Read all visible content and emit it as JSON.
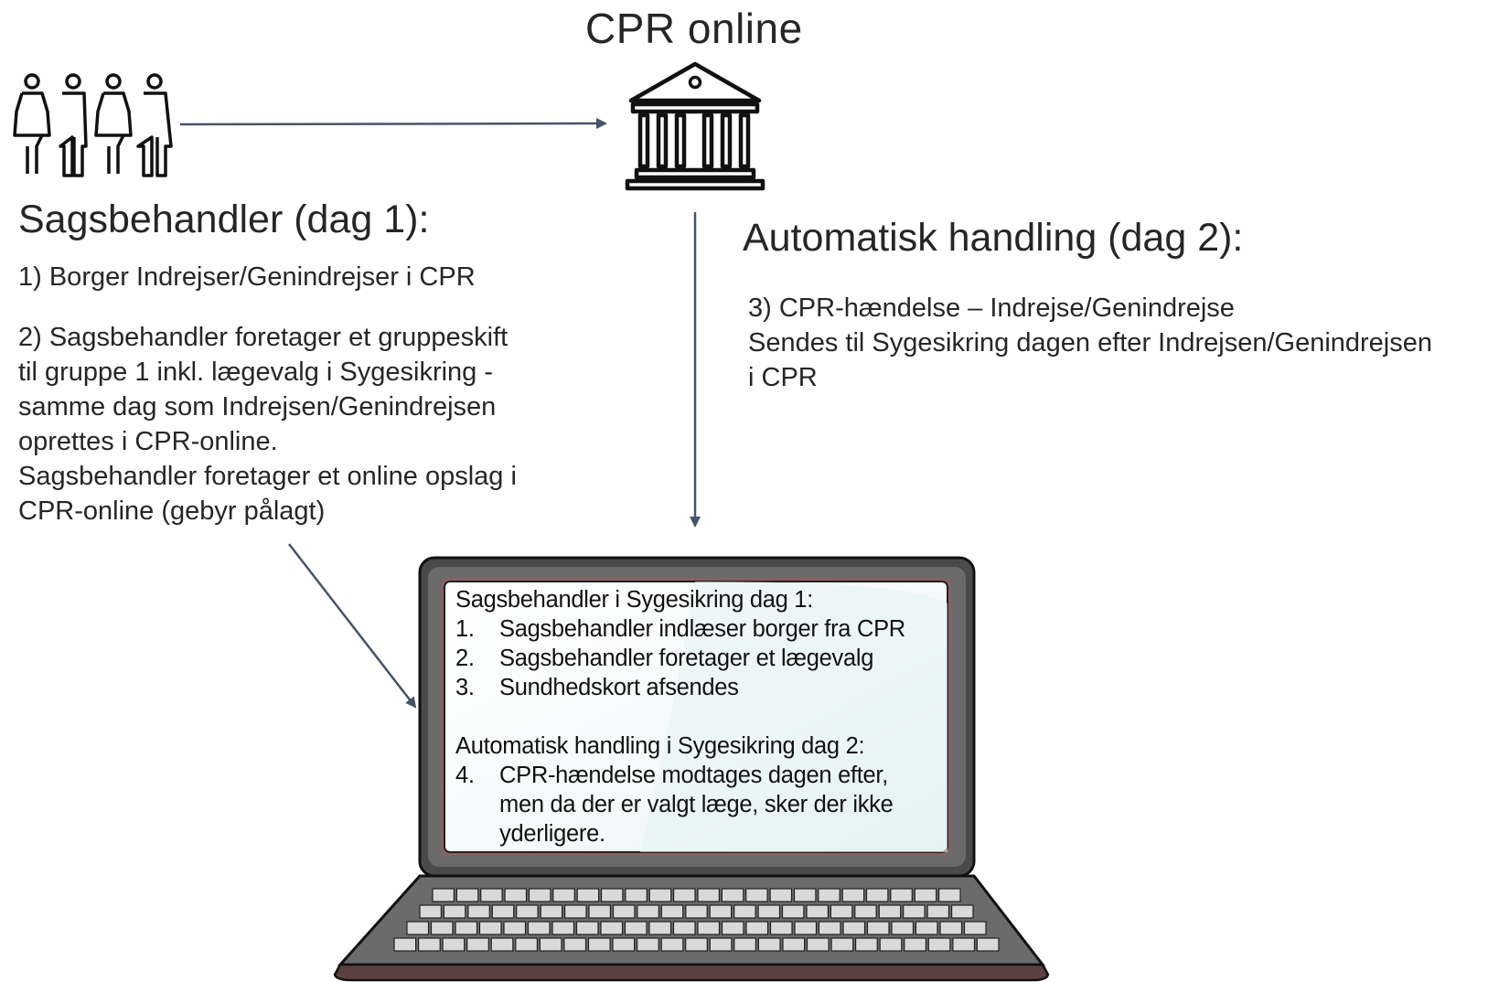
{
  "title": "CPR online",
  "left": {
    "heading": "Sagsbehandler (dag 1):",
    "step1": "1) Borger Indrejser/Genindrejser i CPR",
    "step2_lines": [
      "2) Sagsbehandler foretager et gruppeskift",
      "til gruppe 1 inkl. lægevalg i Sygesikring -",
      "samme dag som Indrejsen/Genindrejsen",
      "oprettes i CPR-online.",
      "Sagsbehandler foretager et online opslag i",
      "CPR-online (gebyr pålagt)"
    ]
  },
  "right": {
    "heading": "Automatisk handling (dag 2):",
    "step3_lines": [
      "3) CPR-hændelse – Indrejse/Genindrejse",
      "Sendes til Sygesikring dagen efter Indrejsen/Genindrejsen",
      "i CPR"
    ]
  },
  "screen": {
    "day1_title": "Sagsbehandler i Sygesikring dag 1:",
    "day1_items": [
      {
        "num": "1.",
        "text": "Sagsbehandler indlæser borger fra CPR"
      },
      {
        "num": "2.",
        "text": "Sagsbehandler foretager et lægevalg"
      },
      {
        "num": "3.",
        "text": "Sundhedskort afsendes"
      }
    ],
    "day2_title": "Automatisk handling i Sygesikring dag 2:",
    "day2_item": {
      "num": "4.",
      "lines": [
        "CPR-hændelse modtages dagen efter,",
        "men da der er valgt læge, sker der ikke",
        "yderligere."
      ]
    }
  },
  "icons": [
    "people-group-icon",
    "building-icon",
    "laptop-icon"
  ],
  "colors": {
    "arrow": "#44546a",
    "laptop_frame": "#4a4a4a",
    "laptop_body": "#6b6b6b",
    "screen": "#eef6f6"
  }
}
